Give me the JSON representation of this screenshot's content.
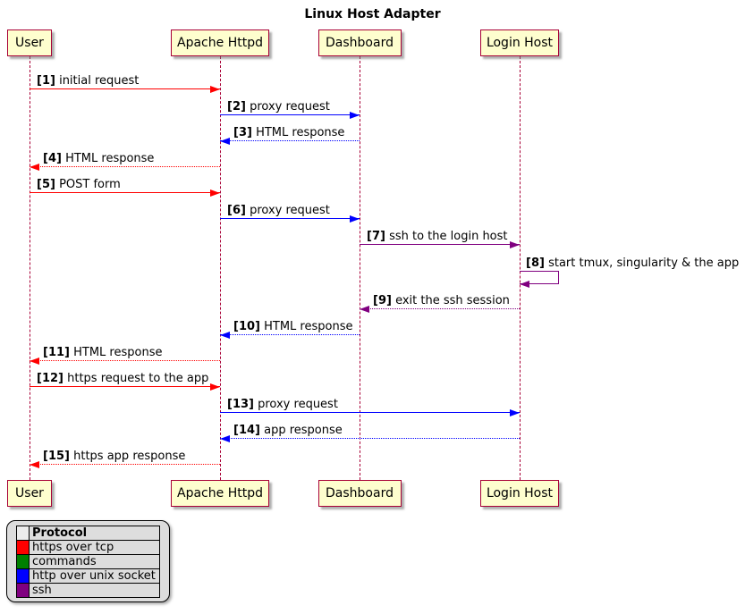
{
  "title": "Linux Host Adapter",
  "participants": [
    {
      "name": "User"
    },
    {
      "name": "Apache Httpd"
    },
    {
      "name": "Dashboard"
    },
    {
      "name": "Login Host"
    }
  ],
  "messages": [
    {
      "num": "[1]",
      "text": "initial request",
      "from": 0,
      "to": 1,
      "line": "solid",
      "color": "red"
    },
    {
      "num": "[2]",
      "text": "proxy request",
      "from": 1,
      "to": 2,
      "line": "solid",
      "color": "blue"
    },
    {
      "num": "[3]",
      "text": "HTML response",
      "from": 2,
      "to": 1,
      "line": "dotted",
      "color": "blue"
    },
    {
      "num": "[4]",
      "text": "HTML response",
      "from": 1,
      "to": 0,
      "line": "dotted",
      "color": "red"
    },
    {
      "num": "[5]",
      "text": "POST form",
      "from": 0,
      "to": 1,
      "line": "solid",
      "color": "red"
    },
    {
      "num": "[6]",
      "text": "proxy request",
      "from": 1,
      "to": 2,
      "line": "solid",
      "color": "blue"
    },
    {
      "num": "[7]",
      "text": "ssh to the login host",
      "from": 2,
      "to": 3,
      "line": "solid",
      "color": "purple"
    },
    {
      "num": "[8]",
      "text": "start tmux, singularity & the app",
      "from": 3,
      "to": 3,
      "line": "solid",
      "color": "purple"
    },
    {
      "num": "[9]",
      "text": "exit the ssh session",
      "from": 3,
      "to": 2,
      "line": "dotted",
      "color": "purple"
    },
    {
      "num": "[10]",
      "text": "HTML response",
      "from": 2,
      "to": 1,
      "line": "dotted",
      "color": "blue"
    },
    {
      "num": "[11]",
      "text": "HTML response",
      "from": 1,
      "to": 0,
      "line": "dotted",
      "color": "red"
    },
    {
      "num": "[12]",
      "text": "https request to the app",
      "from": 0,
      "to": 1,
      "line": "solid",
      "color": "red"
    },
    {
      "num": "[13]",
      "text": "proxy request",
      "from": 1,
      "to": 3,
      "line": "solid",
      "color": "blue"
    },
    {
      "num": "[14]",
      "text": "app response",
      "from": 3,
      "to": 1,
      "line": "dotted",
      "color": "blue"
    },
    {
      "num": "[15]",
      "text": "https app response",
      "from": 1,
      "to": 0,
      "line": "dotted",
      "color": "red"
    }
  ],
  "legend": {
    "title": "Protocol",
    "entries": [
      {
        "label": "https over tcp",
        "color": "red"
      },
      {
        "label": "commands",
        "color": "green"
      },
      {
        "label": "http over unix socket",
        "color": "blue"
      },
      {
        "label": "ssh",
        "color": "purple"
      }
    ]
  },
  "colors": {
    "red": "#ff0000",
    "green": "#008000",
    "blue": "#0000ff",
    "purple": "#800080",
    "lifeline": "#a80036",
    "participant_fill": "#fefece",
    "participant_border": "#a80036",
    "legend_bg": "#dddddd"
  }
}
